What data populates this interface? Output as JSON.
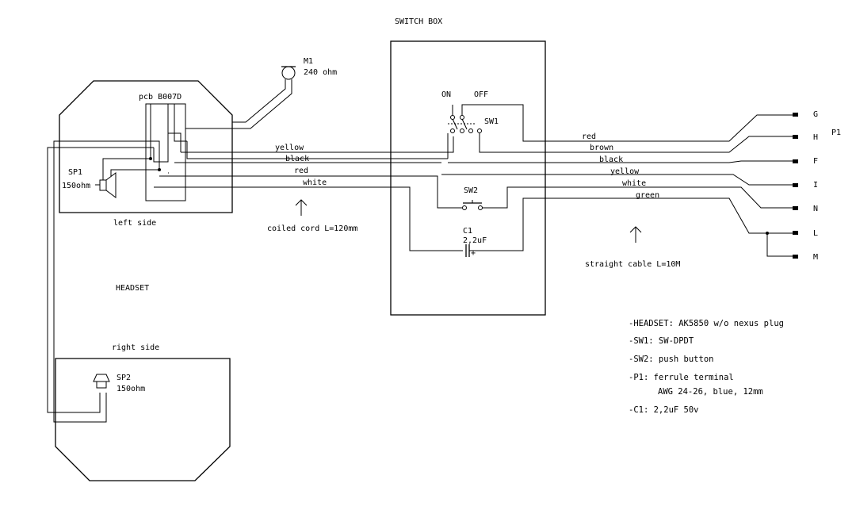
{
  "titles": {
    "switch_box": "SWITCH BOX",
    "headset": "HEADSET",
    "left_side": "left side",
    "right_side": "right side"
  },
  "components": {
    "pcb": "pcb B007D",
    "m1_name": "M1",
    "m1_value": "240 ohm",
    "sp1_name": "SP1",
    "sp1_value": "150ohm",
    "sp2_name": "SP2",
    "sp2_value": "150ohm",
    "sw1": "SW1",
    "sw1_on": "ON",
    "sw1_off": "OFF",
    "sw2": "SW2",
    "c1_name": "C1",
    "c1_value": "2,2uF",
    "c1_plus": "+",
    "p1": "P1"
  },
  "cords": {
    "coiled": "coiled cord L=120mm",
    "straight": "straight cable L=10M"
  },
  "left_wires": [
    "yellow",
    "black",
    "red",
    "white"
  ],
  "right_wires": [
    "red",
    "brown",
    "black",
    "yellow",
    "white",
    "green"
  ],
  "terminals": [
    "G",
    "H",
    "F",
    "I",
    "N",
    "L",
    "M"
  ],
  "notes": [
    "-HEADSET:  AK5850 w/o nexus plug",
    "-SW1:  SW-DPDT",
    "-SW2:  push button",
    "-P1:  ferrule terminal",
    "AWG 24-26, blue, 12mm",
    "-C1:  2,2uF 50v"
  ]
}
